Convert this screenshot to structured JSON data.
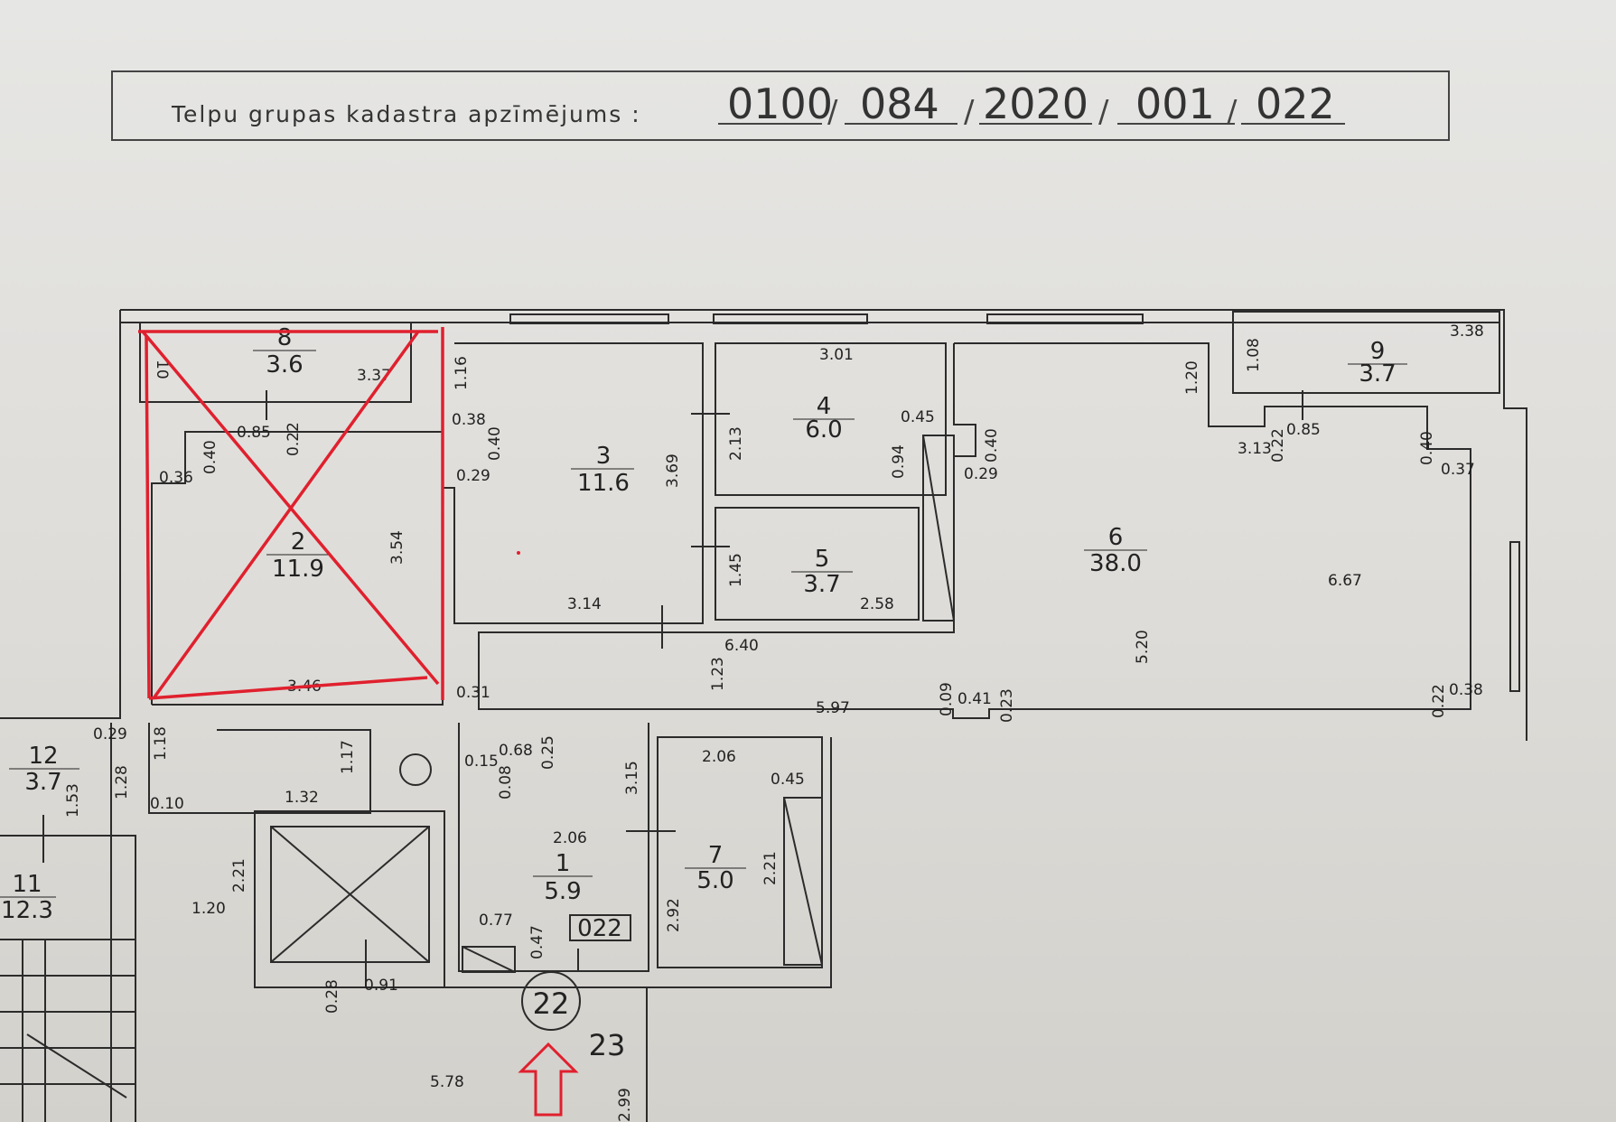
{
  "header": {
    "label": "Telpu grupas kadastra apzīmējums :",
    "code_parts": [
      "0100",
      "084",
      "2020",
      "001",
      "022"
    ]
  },
  "rooms": [
    {
      "id": "room-1",
      "number": "1",
      "area": "5.9"
    },
    {
      "id": "room-2",
      "number": "2",
      "area": "11.9"
    },
    {
      "id": "room-3",
      "number": "3",
      "area": "11.6"
    },
    {
      "id": "room-4",
      "number": "4",
      "area": "6.0"
    },
    {
      "id": "room-5",
      "number": "5",
      "area": "3.7"
    },
    {
      "id": "room-6",
      "number": "6",
      "area": "38.0"
    },
    {
      "id": "room-7",
      "number": "7",
      "area": "5.0"
    },
    {
      "id": "room-8",
      "number": "8",
      "area": "3.6"
    },
    {
      "id": "room-9",
      "number": "9",
      "area": "3.7"
    },
    {
      "id": "room-11",
      "number": "11",
      "area": "12.3"
    },
    {
      "id": "room-12",
      "number": "12",
      "area": "3.7"
    }
  ],
  "unit_tag": "022",
  "unit_circle_label": "22",
  "neighbor_label": "23",
  "dimensions": [
    "3.37",
    "0.85",
    "0.22",
    "0.40",
    "0.36",
    "3.54",
    "3.46",
    "1.16",
    "0.38",
    "0.40",
    "0.29",
    "3.69",
    "3.14",
    "3.01",
    "2.13",
    "0.45",
    "0.94",
    "1.45",
    "2.58",
    "6.40",
    "1.23",
    "0.40",
    "0.29",
    "5.20",
    "5.97",
    "0.09",
    "0.41",
    "0.23",
    "1.20",
    "1.08",
    "3.38",
    "3.13",
    "0.22",
    "0.85",
    "0.40",
    "0.37",
    "6.67",
    "0.22",
    "0.38",
    "0.31",
    "0.29",
    "1.18",
    "1.28",
    "0.10",
    "1.17",
    "1.32",
    "0.15",
    "0.68",
    "0.08",
    "0.25",
    "3.15",
    "2.06",
    "2.06",
    "0.45",
    "2.21",
    "2.92",
    "0.77",
    "0.47",
    "2.21",
    "1.20",
    "0.28",
    "0.91",
    "1.53",
    "5.78",
    "2.99",
    "10"
  ],
  "colors": {
    "ink": "#2b2b2b",
    "mark": "#e0202e",
    "paper": "#e3e2df"
  }
}
